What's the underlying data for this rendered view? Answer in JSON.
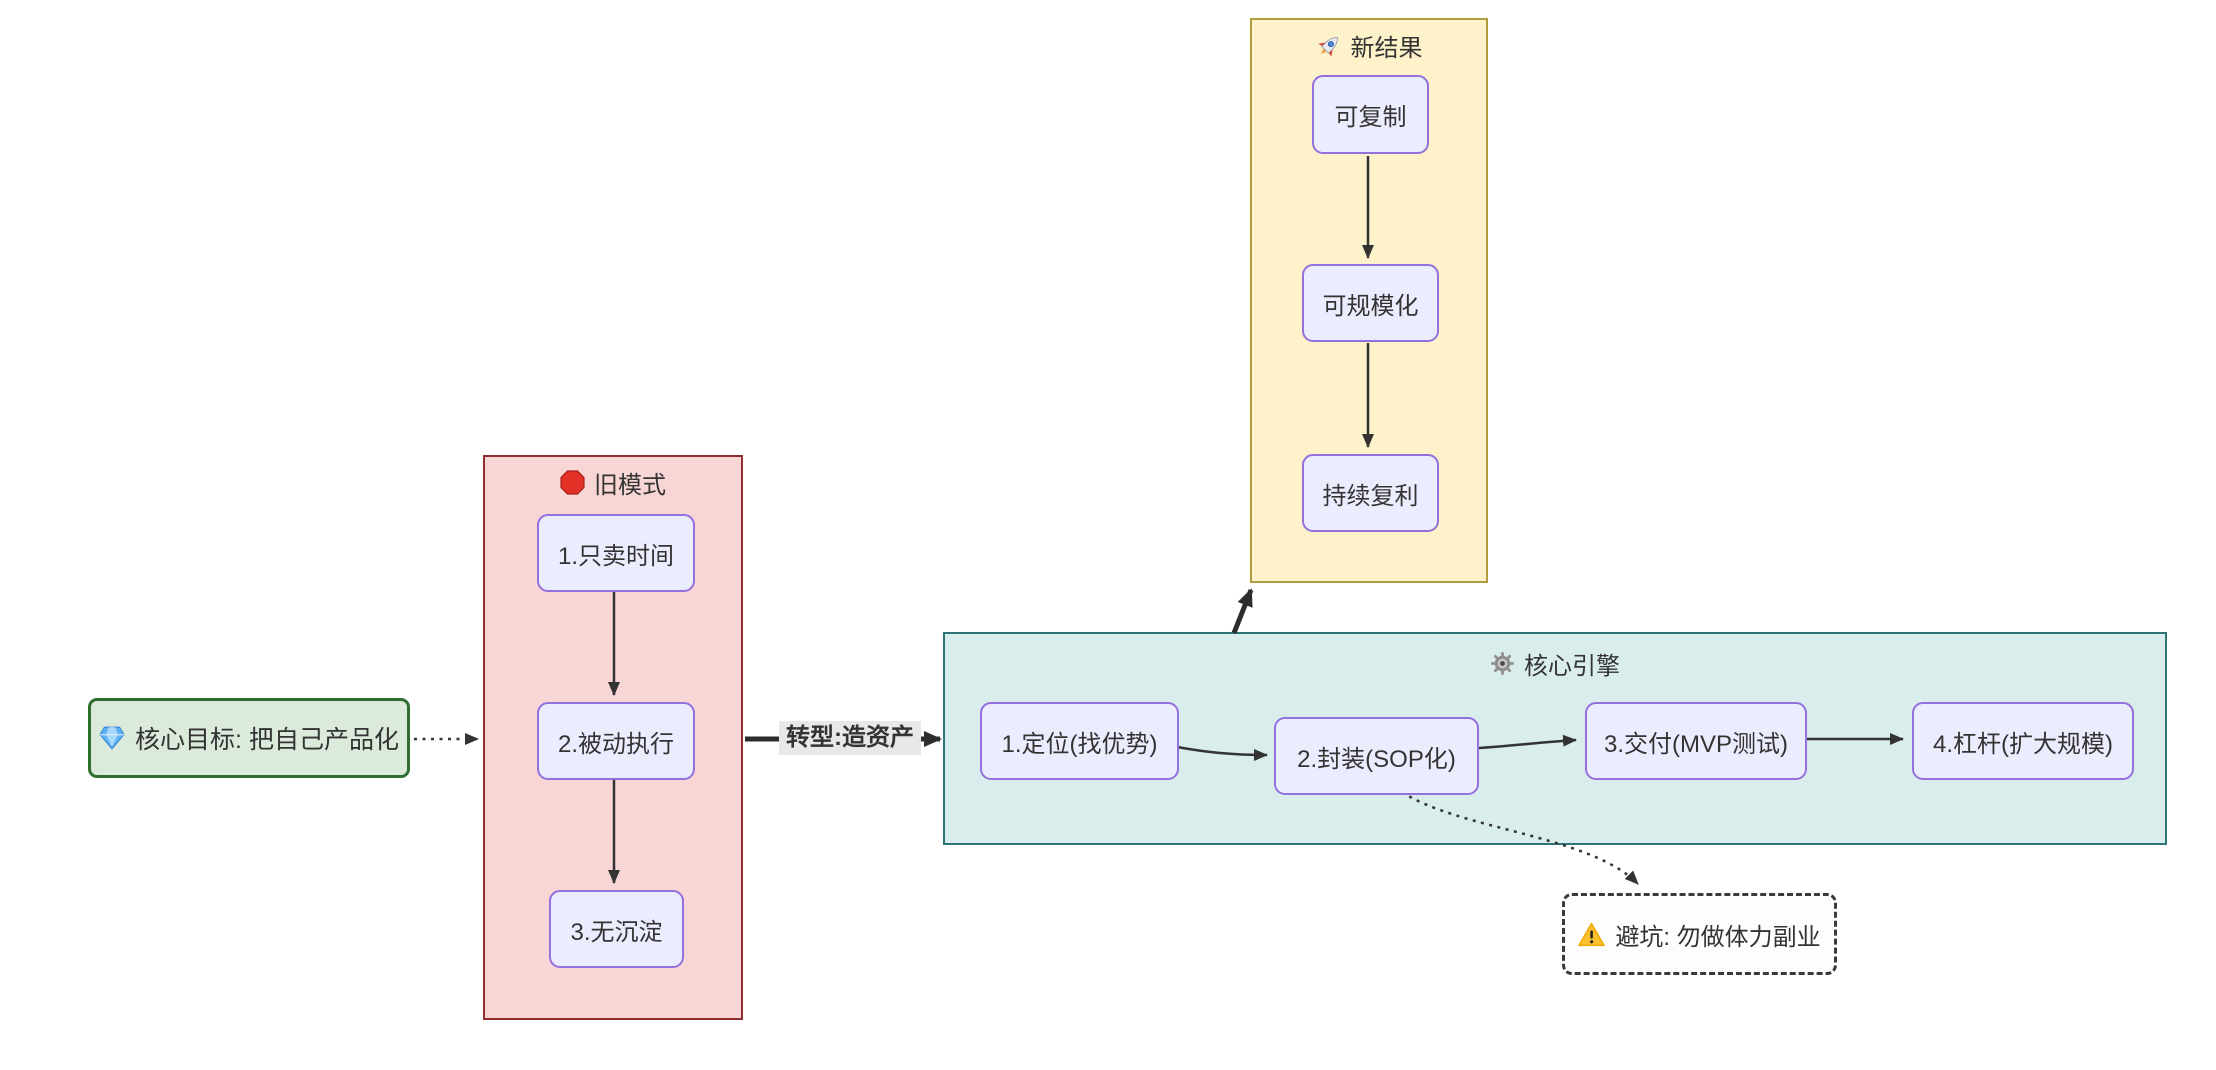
{
  "colors": {
    "canvas_bg": "#ffffff",
    "text": "#333333",
    "node_fill": "#ececff",
    "node_border": "#9370db",
    "goal_fill": "#dbeada",
    "goal_border": "#2e6f30",
    "old_fill": "#f8d6d6",
    "old_border": "#8f2f2f",
    "new_fill": "#fdf2ca",
    "new_border": "#b09c3c",
    "engine_fill": "#daeded",
    "engine_border": "#2f7575",
    "warning_fill": "#fdfdfd",
    "warning_border": "#3a3a3a",
    "edge_label_bg": "#e8e8e8",
    "arrow": "#333333"
  },
  "nodes": {
    "goal": {
      "icon": "gem",
      "label": "核心目标: 把自己产品化"
    },
    "warning": {
      "icon": "warning",
      "label": "避坑: 勿做体力副业"
    }
  },
  "groups": {
    "old_model": {
      "icon": "stop-sign",
      "title": "旧模式",
      "steps": [
        "1.只卖时间",
        "2.被动执行",
        "3.无沉淀"
      ]
    },
    "new_results": {
      "icon": "rocket",
      "title": "新结果",
      "steps": [
        "可复制",
        "可规模化",
        "持续复利"
      ]
    },
    "core_engine": {
      "icon": "gear",
      "title": "核心引擎",
      "steps": [
        "1.定位(找优势)",
        "2.封装(SOP化)",
        "3.交付(MVP测试)",
        "4.杠杆(扩大规模)"
      ]
    }
  },
  "edges": {
    "transform": {
      "label": "转型:造资产",
      "from": "old_model",
      "to": "core_engine",
      "style": "thick"
    },
    "connections": [
      {
        "from": "goal",
        "to": "old_model",
        "style": "dotted"
      },
      {
        "from": "old_model.steps.0",
        "to": "old_model.steps.1",
        "style": "solid"
      },
      {
        "from": "old_model.steps.1",
        "to": "old_model.steps.2",
        "style": "solid"
      },
      {
        "from": "old_model",
        "to": "core_engine",
        "style": "thick",
        "label": "转型:造资产"
      },
      {
        "from": "core_engine",
        "to": "new_results",
        "style": "thick"
      },
      {
        "from": "new_results.steps.0",
        "to": "new_results.steps.1",
        "style": "solid"
      },
      {
        "from": "new_results.steps.1",
        "to": "new_results.steps.2",
        "style": "solid"
      },
      {
        "from": "core_engine.steps.0",
        "to": "core_engine.steps.1",
        "style": "solid"
      },
      {
        "from": "core_engine.steps.1",
        "to": "core_engine.steps.2",
        "style": "solid"
      },
      {
        "from": "core_engine.steps.2",
        "to": "core_engine.steps.3",
        "style": "solid"
      },
      {
        "from": "core_engine.steps.1",
        "to": "warning",
        "style": "dotted"
      }
    ]
  }
}
